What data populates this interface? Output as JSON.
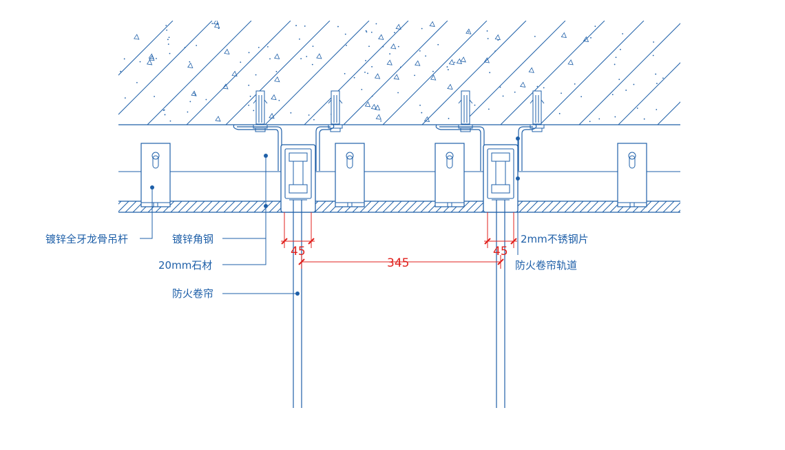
{
  "colors": {
    "line": "#1e5fa8",
    "dimension": "#e0201c",
    "background": "#ffffff"
  },
  "labels": {
    "hanger_rod": "镀锌全牙龙骨吊杆",
    "angle_steel": "镀锌角钢",
    "stone": "20mm石材",
    "fire_shutter": "防火卷帘",
    "stainless_sheet": "2mm不锈钢片",
    "shutter_track": "防火卷帘轨道"
  },
  "dimensions": {
    "left_track_width": "45",
    "right_track_width": "45",
    "track_spacing": "345"
  }
}
